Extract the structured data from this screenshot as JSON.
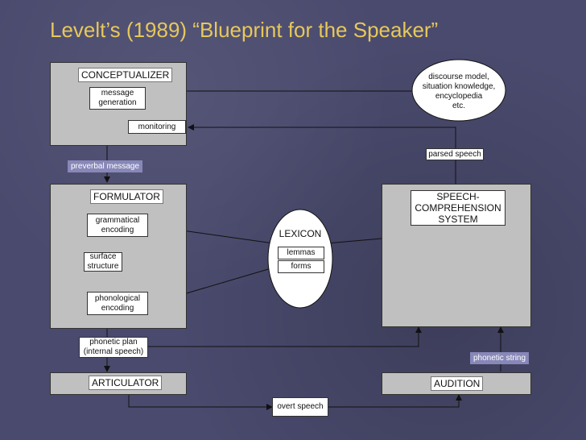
{
  "title": "Levelt’s (1989) “Blueprint for the Speaker”",
  "conceptualizer": {
    "label": "CONCEPTUALIZER",
    "message_generation": "message\ngeneration",
    "monitoring": "monitoring"
  },
  "discourse": "discourse model,\nsituation knowledge,\nencyclopedia\netc.",
  "parsed_speech": "parsed speech",
  "preverbal_message": "preverbal message",
  "formulator": {
    "label": "FORMULATOR",
    "grammatical_encoding": "grammatical\nencoding",
    "surface_structure": "surface\nstructure",
    "phonological_encoding": "phonological\nencoding"
  },
  "lexicon": {
    "label": "LEXICON",
    "lemmas": "lemmas",
    "forms": "forms"
  },
  "speech_comprehension": "SPEECH-\nCOMPREHENSION\nSYSTEM",
  "phonetic_plan": "phonetic plan\n(internal speech)",
  "phonetic_string": "phonetic string",
  "articulator": "ARTICULATOR",
  "audition": "AUDITION",
  "overt_speech": "overt speech",
  "colors": {
    "title": "#e6c85a",
    "background": "#4a4a6e",
    "box": "#c0c0c0",
    "tag": "#8787b8"
  }
}
